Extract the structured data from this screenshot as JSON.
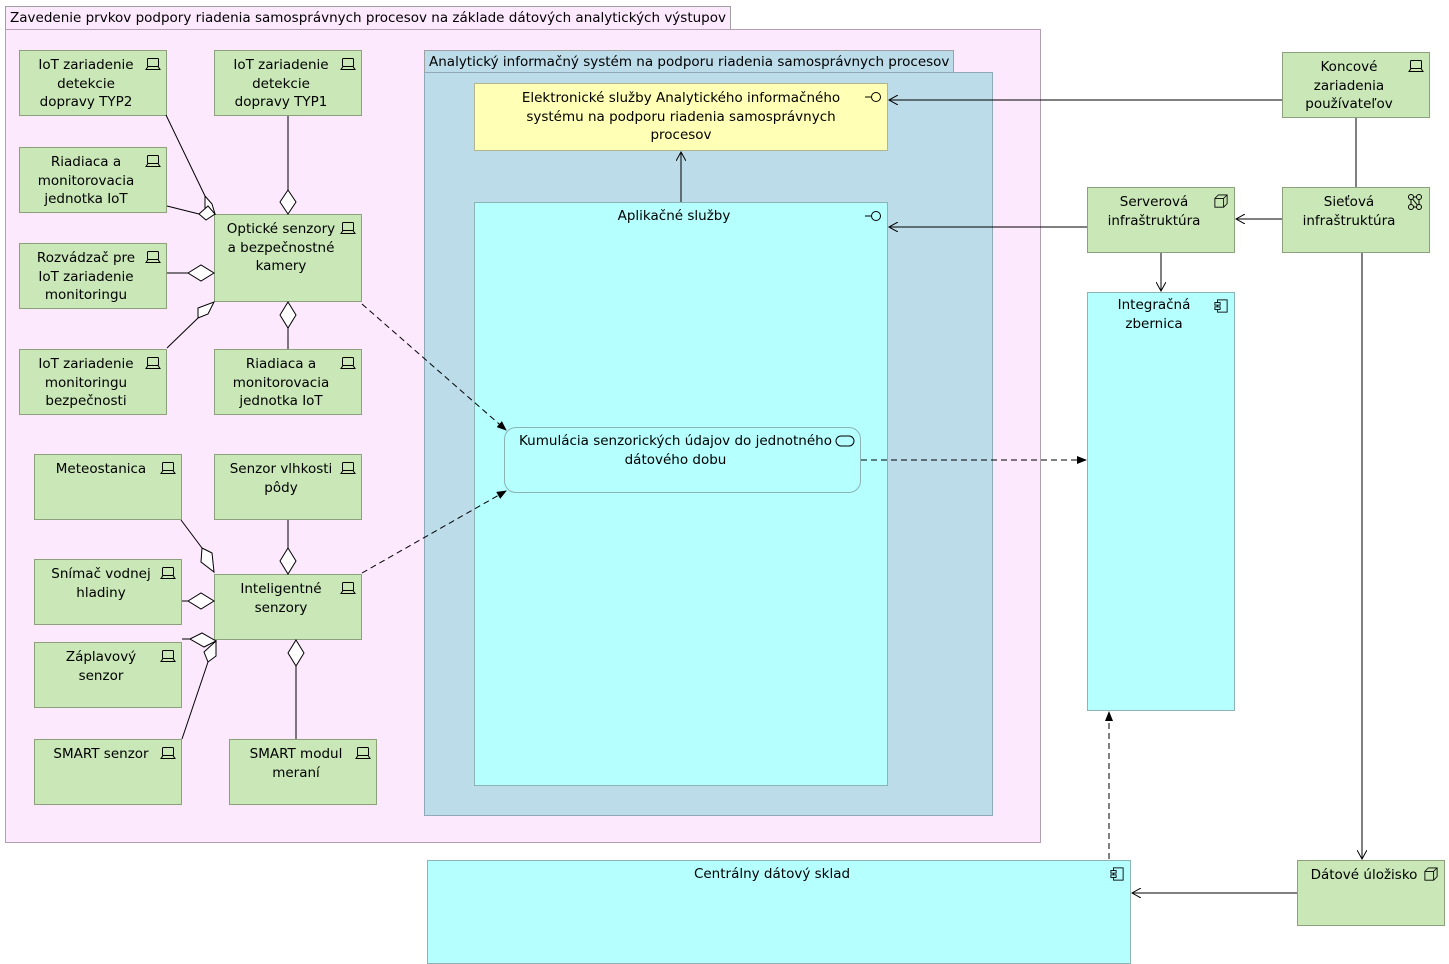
{
  "groups": {
    "outer": "Zavedenie prvkov podpory riadenia samosprávnych procesov na základe dátových analytických výstupov",
    "system": "Analytický informačný systém na podporu riadenia samosprávnych procesov"
  },
  "devices": {
    "iot_typ2": "IoT zariadenie detekcie dopravy TYP2",
    "iot_typ1": "IoT zariadenie detekcie dopravy TYP1",
    "riadiaca_1": "Riadiaca a monitorovacia jednotka IoT",
    "opticke": "Optické senzory a bezpečnostné kamery",
    "rozvadzac": "Rozvádzač pre IoT zariadenie monitoringu",
    "iot_bezp": "IoT zariadenie monitoringu bezpečnosti",
    "riadiaca_2": "Riadiaca a monitorovacia jednotka IoT",
    "meteo": "Meteostanica",
    "vlhkost": "Senzor vlhkosti pôdy",
    "hladina": "Snímač vodnej hladiny",
    "inteligentne": "Inteligentné senzory",
    "zaplavovy": "Záplavový senzor",
    "smart_senzor": "SMART senzor",
    "smart_modul": "SMART modul meraní",
    "koncove": "Koncové zariadenia používateľov",
    "serverova": "Serverová infraštruktúra",
    "sietova": "Sieťová infraštruktúra",
    "datove": "Dátové úložisko"
  },
  "app": {
    "elektronicke": "Elektronické služby Analytického informačného systému na podporu riadenia samosprávnych procesov",
    "aplikacne": "Aplikačné služby",
    "kumulacia": "Kumulácia senzorických údajov do jednotného dátového dobu",
    "integracna": "Integračná zbernica",
    "centralny": "Centrálny dátový sklad"
  },
  "colors": {
    "outer_fill": "#fde9fd",
    "system_fill": "#bcdcea",
    "node_fill": "#c9e7b7",
    "app_fill": "#b5ffff",
    "interface_fill": "#ffffb5"
  },
  "icons": {
    "device": "device-icon",
    "node": "node-icon",
    "network": "network-icon",
    "component": "component-icon",
    "interface": "interface-icon",
    "process": "service-icon"
  }
}
